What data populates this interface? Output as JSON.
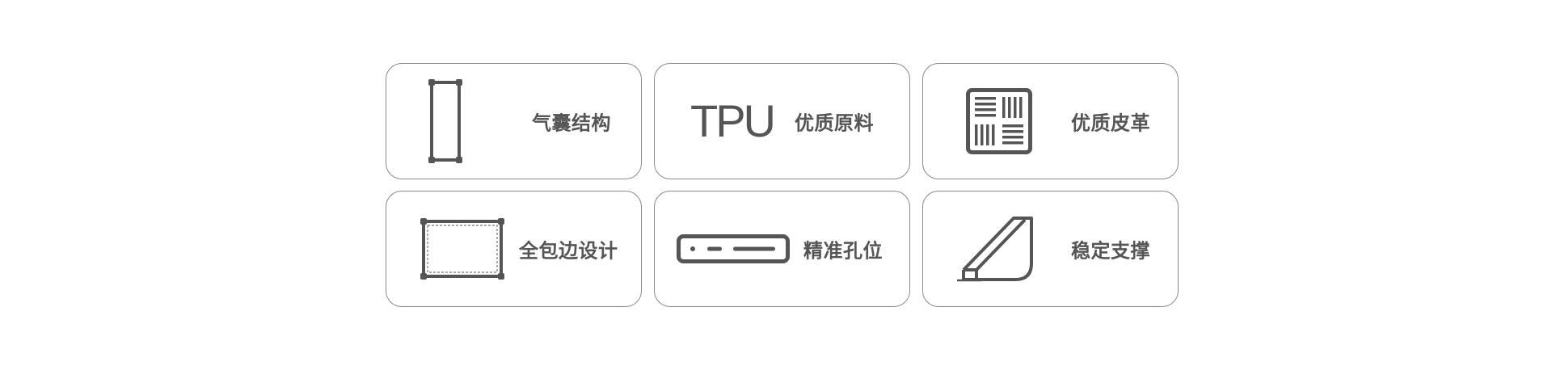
{
  "features": [
    {
      "label": "气囊结构",
      "icon": "airbag-frame-icon"
    },
    {
      "label": "优质原料",
      "icon": "tpu-text-icon",
      "icon_text": "TPU"
    },
    {
      "label": "优质皮革",
      "icon": "leather-texture-icon"
    },
    {
      "label": "全包边设计",
      "icon": "full-edge-wrap-icon"
    },
    {
      "label": "精准孔位",
      "icon": "precise-cutout-icon"
    },
    {
      "label": "稳定支撑",
      "icon": "stand-support-icon"
    }
  ],
  "colors": {
    "icon": "#555555",
    "text": "#555555",
    "border": "#8a8a8a",
    "background": "#ffffff"
  }
}
